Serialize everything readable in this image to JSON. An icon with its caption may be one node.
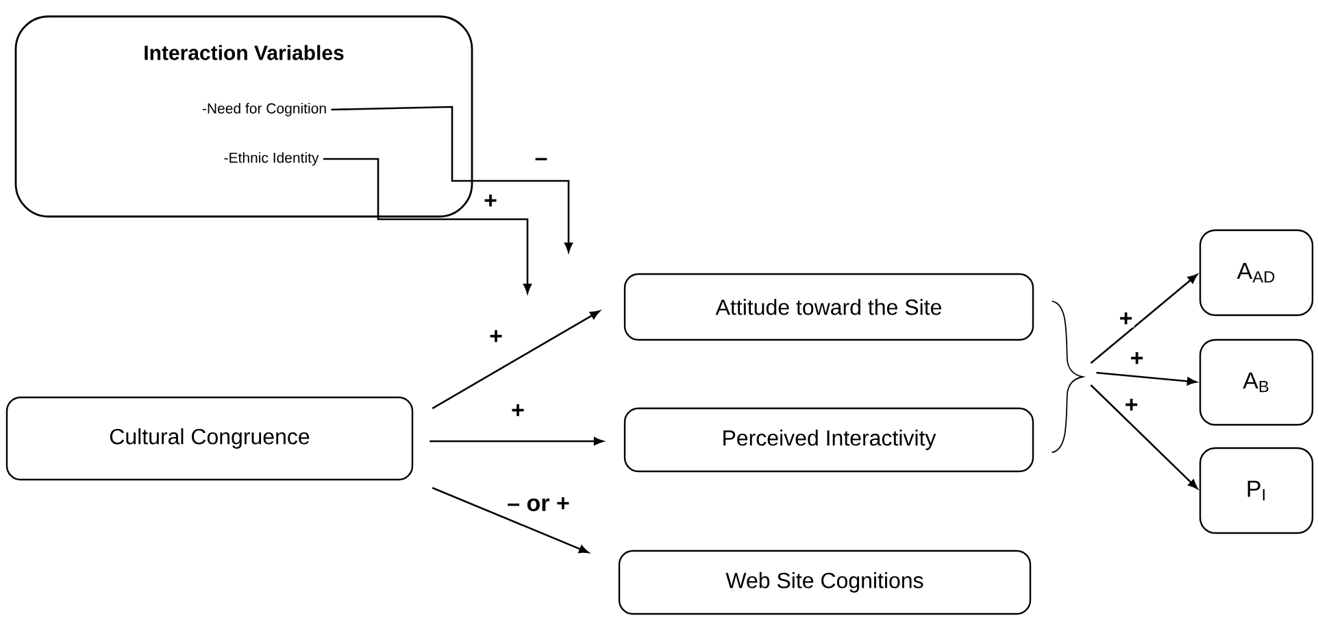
{
  "diagram": {
    "nodes": [
      {
        "text": [
          "Interaction Variables"
        ]
      },
      {
        "text": [
          "-Need for Cognition"
        ],
        "in": 0
      },
      {
        "text": [
          "-Ethnic Identity"
        ],
        "in": 0
      },
      {
        "text": [
          "Cultural Congruence"
        ]
      },
      {
        "text": [
          "Attitude toward the Site"
        ]
      },
      {
        "text": [
          "Perceived Interactivity"
        ]
      },
      {
        "text": [
          "Web Site Cognitions"
        ]
      },
      {
        "text": [],
        "shape": "brace"
      },
      {
        "text": [
          "A$_{AD}$"
        ]
      },
      {
        "text": [
          "A$_{B}$"
        ]
      },
      {
        "text": [
          "P$_{I}$"
        ]
      }
    ],
    "edges": [
      {
        "from": 1,
        "to": null,
        "arrow": "to",
        "label": "–"
      },
      {
        "from": 2,
        "to": null,
        "arrow": "to",
        "label": "+"
      },
      {
        "from": 3,
        "to": 4,
        "arrow": "to",
        "label": "+"
      },
      {
        "from": 3,
        "to": 5,
        "arrow": "to",
        "label": "+"
      },
      {
        "from": 3,
        "to": 6,
        "arrow": "to",
        "label": "– or +"
      },
      {
        "from": 7,
        "to": 8,
        "arrow": "to",
        "label": "+"
      },
      {
        "from": 7,
        "to": 9,
        "arrow": "to",
        "label": "+"
      },
      {
        "from": 7,
        "to": 10,
        "arrow": "to",
        "label": "+"
      }
    ]
  }
}
